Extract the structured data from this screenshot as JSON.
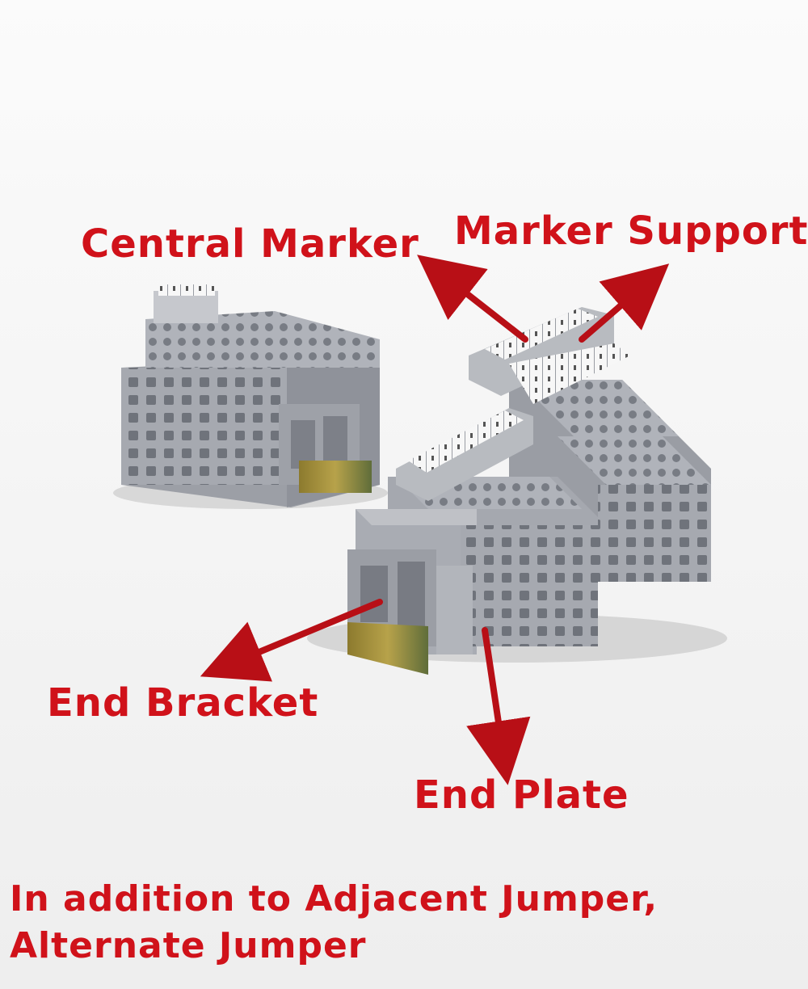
{
  "labels": {
    "central_marker": "Central Marker",
    "marker_support": "Marker Support",
    "end_bracket": "End Bracket",
    "end_plate": "End Plate"
  },
  "caption": {
    "line1": "In addition to Adjacent Jumper,",
    "line2": "Alternate Jumper"
  },
  "colors": {
    "label_red": "#d0121a",
    "arrow_red": "#b80f16",
    "block_gray": "#a9acb3",
    "background": "#f4f4f4"
  }
}
